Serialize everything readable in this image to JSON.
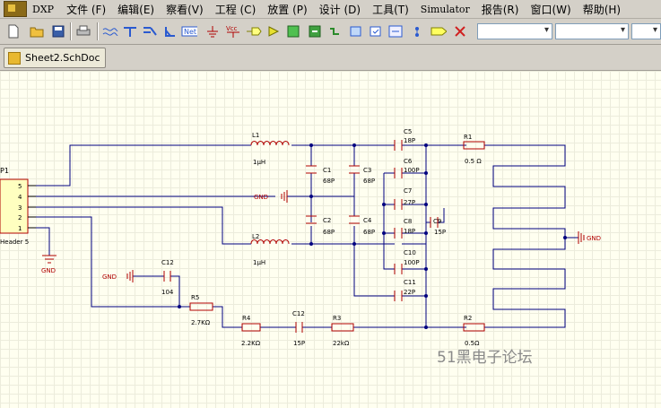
{
  "menu": {
    "dxp": "DXP",
    "items": [
      "文件 (F)",
      "编辑(E)",
      "察看(V)",
      "工程 (C)",
      "放置 (P)",
      "设计 (D)",
      "工具(T)",
      "Simulator",
      "报告(R)",
      "窗口(W)",
      "帮助(H)"
    ]
  },
  "toolbar": {
    "icons": [
      "new-icon",
      "open-icon",
      "save-icon",
      "print-icon",
      "wire-icon",
      "bus-icon",
      "bus-entry-icon",
      "net-label-icon",
      "net-icon",
      "gnd-icon",
      "vcc-icon",
      "port-icon",
      "part-icon",
      "sheet-symbol-icon",
      "sheet-entry-icon",
      "sheet-entry-2-icon",
      "directive-icon",
      "no-erc-icon",
      "harness-icon",
      "cancel-icon"
    ]
  },
  "tab": {
    "label": "Sheet2.SchDoc"
  },
  "schematic": {
    "p1": "P1",
    "header": "Header 5",
    "pins": [
      "5",
      "4",
      "3",
      "2",
      "1"
    ],
    "gnd": "GND",
    "l1": {
      "ref": "L1",
      "val": "1μH"
    },
    "l2": {
      "ref": "L2",
      "val": "1μH"
    },
    "c1": {
      "ref": "C1",
      "val": "68P"
    },
    "c2": {
      "ref": "C2",
      "val": "68P"
    },
    "c3": {
      "ref": "C3",
      "val": "68P"
    },
    "c4": {
      "ref": "C4",
      "val": "68P"
    },
    "c5": {
      "ref": "C5",
      "val": "18P"
    },
    "c6": {
      "ref": "C6",
      "val": "100P"
    },
    "c7": {
      "ref": "C7",
      "val": "27P"
    },
    "c8": {
      "ref": "C8",
      "val": "18P"
    },
    "c9": {
      "ref": "C9",
      "val": "15P"
    },
    "c10": {
      "ref": "C10",
      "val": "100P"
    },
    "c11": {
      "ref": "C11",
      "val": "22P"
    },
    "c12a": {
      "ref": "C12",
      "val": "104"
    },
    "c12b": {
      "ref": "C12",
      "val": "15P"
    },
    "r1": {
      "ref": "R1",
      "val": "0.5 Ω"
    },
    "r2": {
      "ref": "R2",
      "val": "0.5Ω"
    },
    "r3": {
      "ref": "R3",
      "val": "22kΩ"
    },
    "r4": {
      "ref": "R4",
      "val": "2.2KΩ"
    },
    "r5": {
      "ref": "R5",
      "val": "2.7KΩ"
    },
    "watermark": "51黑电子论坛"
  },
  "colors": {
    "wire": "#00007f",
    "comp": "#b00000",
    "label": "#000080",
    "grid": "#ececdc"
  }
}
